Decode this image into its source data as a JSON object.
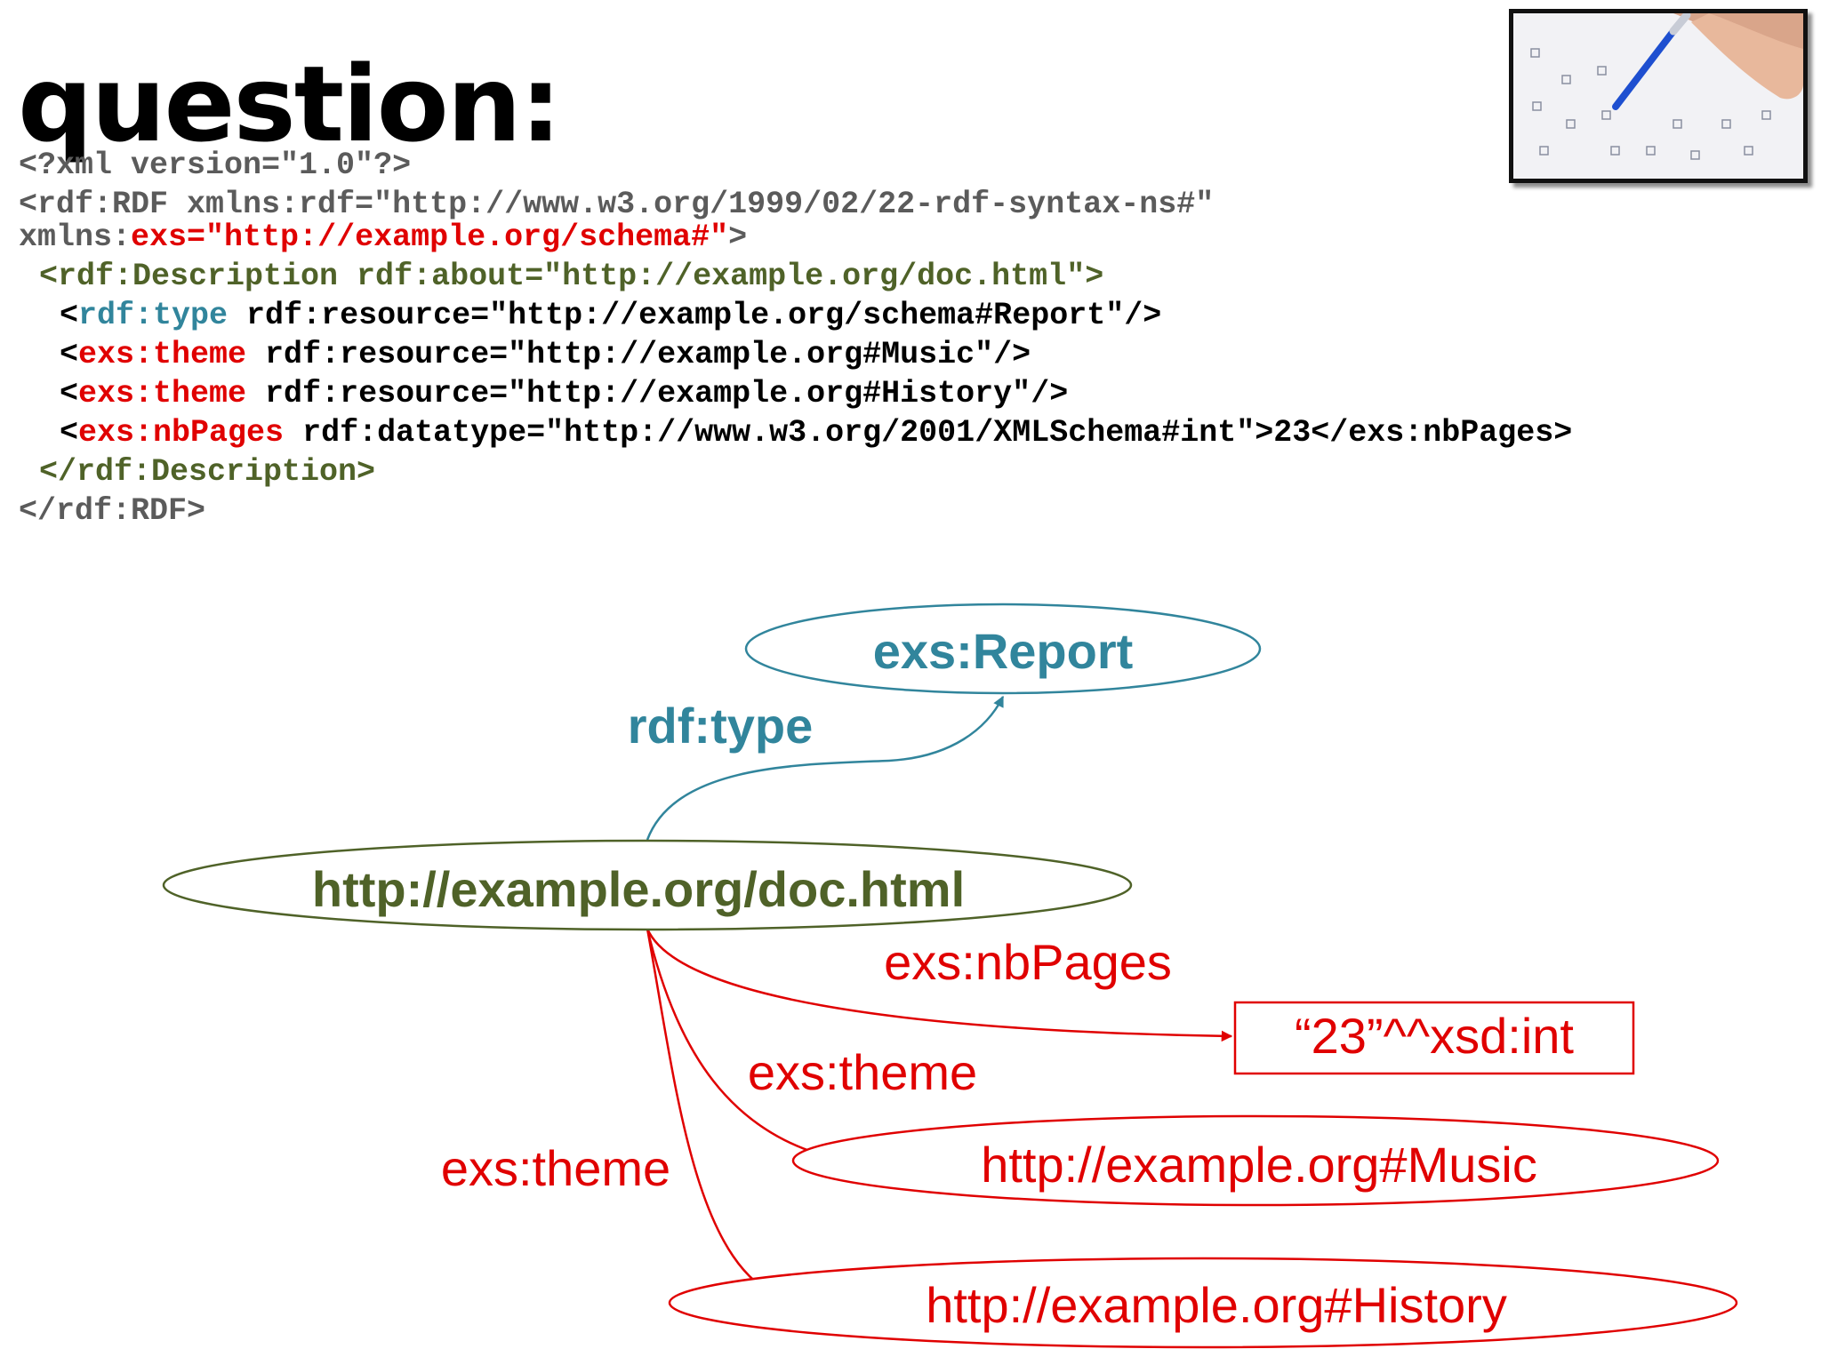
{
  "slide": {
    "title": "question:"
  },
  "photo": {
    "icon": "hand-writing-on-checklist-photo"
  },
  "colors": {
    "gray": "#5b5b5b",
    "red": "#e00000",
    "olive": "#4f6228",
    "teal": "#31859c",
    "black": "#000000"
  },
  "xml": {
    "line1": "<?xml version=\"1.0\"?>",
    "line2": "<rdf:RDF xmlns:rdf=\"http://www.w3.org/1999/02/22-rdf-syntax-ns#\"",
    "line3a": "xmlns:",
    "line3b": "exs=\"http://example.org/schema#\"",
    "line3c": ">",
    "line4": "<rdf:Description rdf:about=\"http://example.org/doc.html\">",
    "line5_open": "<",
    "line5_prefix": "rdf:type",
    "line5_rest": " rdf:resource=\"http://example.org/schema#Report\"/>",
    "line6_open": "<",
    "line6_prefix": "exs:theme",
    "line6_rest": " rdf:resource=\"http://example.org#Music\"/>",
    "line7_open": "<",
    "line7_prefix": "exs:theme",
    "line7_rest": " rdf:resource=\"http://example.org#History\"/>",
    "line8_open": "<",
    "line8_prefix": "exs:nbPages",
    "line8_rest": " rdf:datatype=\"http://www.w3.org/2001/XMLSchema#int\">23</exs:nbPages>",
    "line9": "</rdf:Description>",
    "line10": "</rdf:RDF>"
  },
  "graph": {
    "nodes": {
      "subject": "http://example.org/doc.html",
      "report": "exs:Report",
      "literal": "“23”^^xsd:int",
      "music": "http://example.org#Music",
      "history": "http://example.org#History"
    },
    "edges": {
      "type": "rdf:type",
      "nbpages": "exs:nbPages",
      "theme_music": "exs:theme",
      "theme_history": "exs:theme"
    }
  }
}
